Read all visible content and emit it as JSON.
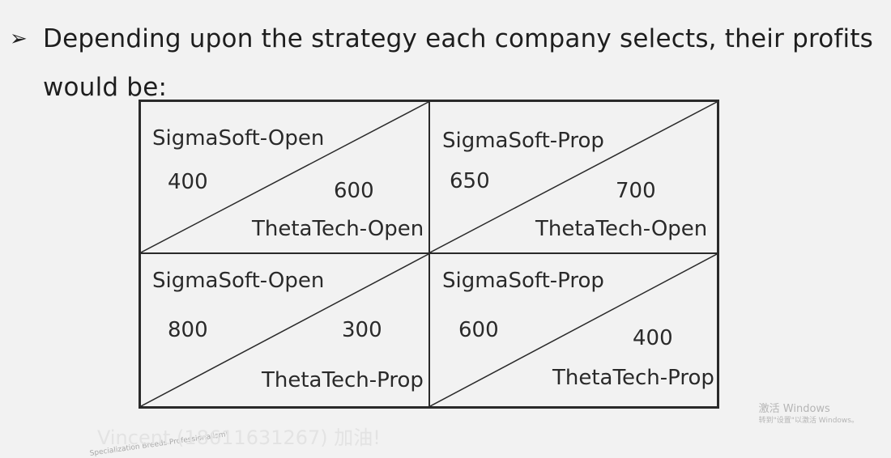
{
  "intro": {
    "arrow": "➢",
    "text": "Depending upon the strategy each company selects, their profits would be:"
  },
  "payoff_table": {
    "cells": [
      {
        "sigma": "SigmaSoft-Open",
        "theta": "ThetaTech-Open",
        "sigma_profit": "400",
        "theta_profit": "600"
      },
      {
        "sigma": "SigmaSoft-Prop",
        "theta": "ThetaTech-Open",
        "sigma_profit": "650",
        "theta_profit": "700"
      },
      {
        "sigma": "SigmaSoft-Open",
        "theta": "ThetaTech-Prop",
        "sigma_profit": "800",
        "theta_profit": "300"
      },
      {
        "sigma": "SigmaSoft-Prop",
        "theta": "ThetaTech-Prop",
        "sigma_profit": "600",
        "theta_profit": "400"
      }
    ]
  },
  "watermark": {
    "line1": "激活 Windows",
    "line2": "转到\"设置\"以激活 Windows。",
    "bottom_text": "Vincent (18611631267) 加油!",
    "bottom_small": "Specialization Breeds Professionalism!"
  }
}
